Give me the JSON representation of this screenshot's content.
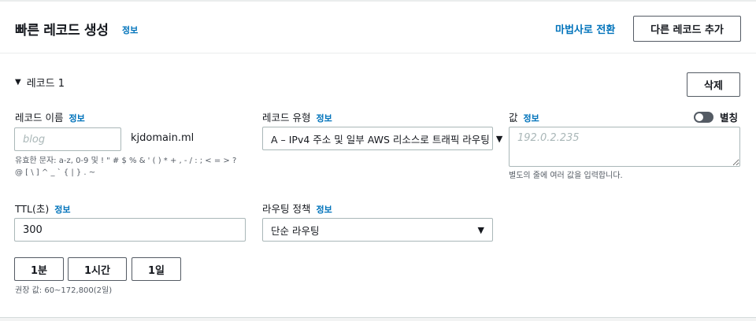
{
  "header": {
    "title": "빠른 레코드 생성",
    "info": "정보",
    "wizard_link": "마법사로 전환",
    "add_record_label": "다른 레코드 추가"
  },
  "record": {
    "toggle_label": "레코드 1",
    "delete_label": "삭제",
    "name": {
      "label": "레코드 이름",
      "info": "정보",
      "placeholder": "blog",
      "value": "",
      "domain_suffix": "kjdomain.ml",
      "hint_line1": "유효한 문자: a-z, 0-9 및 ! \" # $ % & ' ( ) * + , - / : ; < = > ?",
      "hint_line2": "@ [ \\ ] ^ _ ` { | } . ~"
    },
    "type": {
      "label": "레코드 유형",
      "info": "정보",
      "selected": "A – IPv4 주소 및 일부 AWS 리소스로 트래픽 라우팅"
    },
    "value": {
      "label": "값",
      "info": "정보",
      "placeholder": "192.0.2.235",
      "hint": "별도의 줄에 여러 값을 입력합니다.",
      "alias_label": "별칭",
      "alias_on": false
    },
    "ttl": {
      "label": "TTL(초)",
      "info": "정보",
      "value": "300",
      "btn_1m": "1분",
      "btn_1h": "1시간",
      "btn_1d": "1일",
      "hint": "권장 값: 60~172,800(2일)"
    },
    "routing": {
      "label": "라우팅 정책",
      "info": "정보",
      "selected": "단순 라우팅"
    }
  },
  "colors": {
    "link": "#0073bb",
    "border": "#aab7b8",
    "text": "#16191f",
    "muted": "#545b64"
  },
  "icons": {
    "caret": "caret-down-icon",
    "select_arrow": "triangle-down-icon",
    "toggle": "toggle-switch-icon"
  }
}
